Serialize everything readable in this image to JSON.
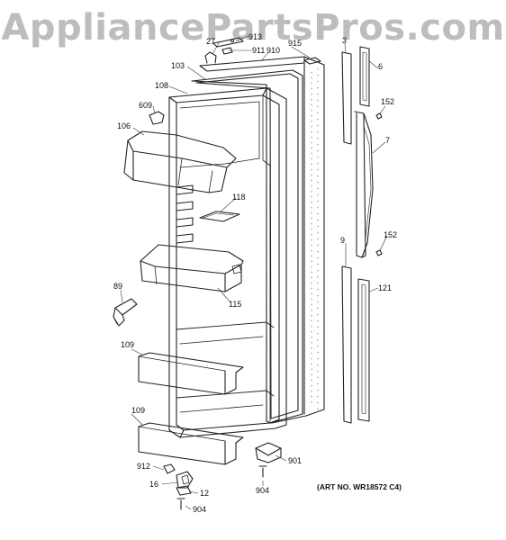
{
  "watermark": "AppliancePartsPros.com",
  "art_note": "(ART NO. WR18572 C4)",
  "callouts": [
    {
      "id": "c-27",
      "label": "27"
    },
    {
      "id": "c-913",
      "label": "913"
    },
    {
      "id": "c-911",
      "label": "911"
    },
    {
      "id": "c-910",
      "label": "910"
    },
    {
      "id": "c-915",
      "label": "915"
    },
    {
      "id": "c-3",
      "label": "3"
    },
    {
      "id": "c-6",
      "label": "6"
    },
    {
      "id": "c-103",
      "label": "103"
    },
    {
      "id": "c-108",
      "label": "108"
    },
    {
      "id": "c-609",
      "label": "609"
    },
    {
      "id": "c-106",
      "label": "106"
    },
    {
      "id": "c-152a",
      "label": "152"
    },
    {
      "id": "c-7",
      "label": "7"
    },
    {
      "id": "c-118",
      "label": "118"
    },
    {
      "id": "c-152b",
      "label": "152"
    },
    {
      "id": "c-9",
      "label": "9"
    },
    {
      "id": "c-89",
      "label": "89"
    },
    {
      "id": "c-121",
      "label": "121"
    },
    {
      "id": "c-115",
      "label": "115"
    },
    {
      "id": "c-109a",
      "label": "109"
    },
    {
      "id": "c-109b",
      "label": "109"
    },
    {
      "id": "c-901",
      "label": "901"
    },
    {
      "id": "c-912",
      "label": "912"
    },
    {
      "id": "c-904a",
      "label": "904"
    },
    {
      "id": "c-16",
      "label": "16"
    },
    {
      "id": "c-12",
      "label": "12"
    },
    {
      "id": "c-904b",
      "label": "904"
    }
  ]
}
